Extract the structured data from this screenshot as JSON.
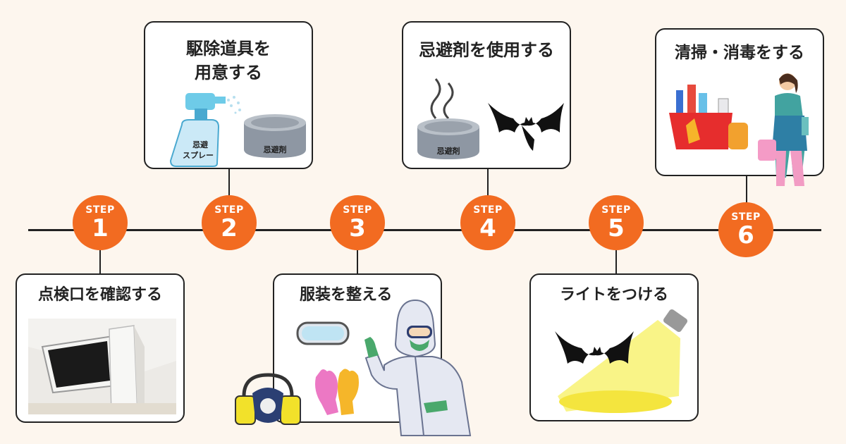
{
  "steps": [
    {
      "word": "STEP",
      "num": "1",
      "title": "点検口を確認する"
    },
    {
      "word": "STEP",
      "num": "2",
      "title_line1": "駆除道具を",
      "title_line2": "用意する",
      "spray_label_1": "忌避",
      "spray_label_2": "スプレー",
      "can_label": "忌避剤"
    },
    {
      "word": "STEP",
      "num": "3",
      "title": "服装を整える"
    },
    {
      "word": "STEP",
      "num": "4",
      "title": "忌避剤を使用する",
      "can_label": "忌避剤"
    },
    {
      "word": "STEP",
      "num": "5",
      "title": "ライトをつける"
    },
    {
      "word": "STEP",
      "num": "6",
      "title": "清掃・消毒をする"
    }
  ],
  "colors": {
    "accent": "#f26b21",
    "background": "#fdf6ee",
    "border": "#222222"
  },
  "icons": [
    "ceiling-hatch-photo",
    "spray-bottle-icon",
    "repellent-can-icon",
    "goggles-icon",
    "gloves-icon",
    "respirator-icon",
    "hazmat-worker-icon",
    "bat-icon",
    "flashlight-icon",
    "cleaning-supplies-icon",
    "cleaner-woman-icon"
  ]
}
